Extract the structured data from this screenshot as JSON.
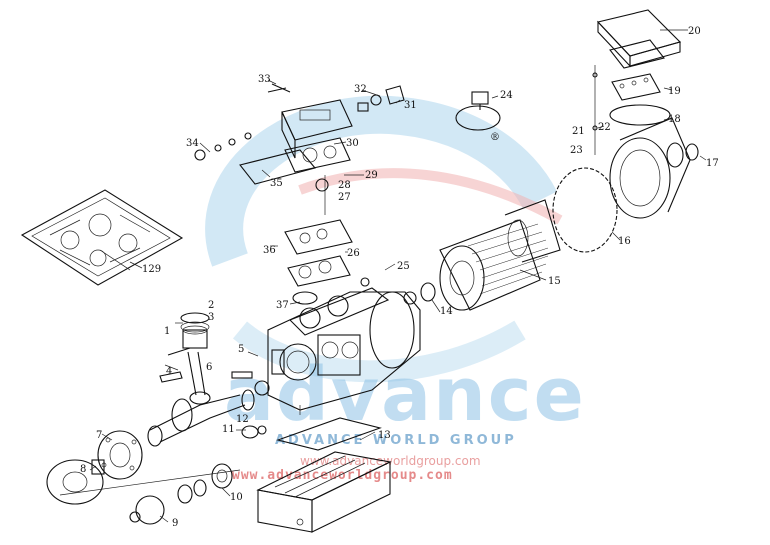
{
  "watermark": {
    "logo_text": "advance",
    "company": "ADVANCE WORLD GROUP",
    "url_light": "www.advanceworldgroup.com",
    "url_bold": "www.advanceworldgroup.com",
    "registered_mark": "®",
    "colors": {
      "blue": "#8fc3e6",
      "red": "#e58a8a"
    }
  },
  "callouts": {
    "c1": "1",
    "c2": "2",
    "c3": "3",
    "c4": "4",
    "c5": "5",
    "c6": "6",
    "c7": "7",
    "c8": "8",
    "c9": "9",
    "c10": "10",
    "c11": "11",
    "c12": "12",
    "c13": "13",
    "c14": "14",
    "c15": "15",
    "c16": "16",
    "c17": "17",
    "c18": "18",
    "c19": "19",
    "c20": "20",
    "c21": "21",
    "c22": "22",
    "c23": "23",
    "c24": "24",
    "c25": "25",
    "c26": "26",
    "c27": "27",
    "c28": "28",
    "c29": "29",
    "c30": "30",
    "c31": "31",
    "c32": "32",
    "c33": "33",
    "c34": "34",
    "c35": "35",
    "c36": "36",
    "c37": "37",
    "c129": "129"
  }
}
